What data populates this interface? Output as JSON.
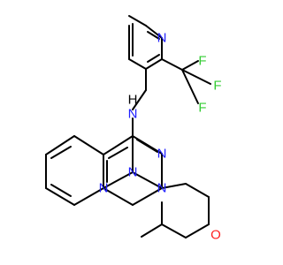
{
  "molecule": {
    "atoms": {
      "n_amine": {
        "label": "N",
        "color": "#1f1fff"
      },
      "h_amine": {
        "label": "H",
        "color": "#000000"
      },
      "n_pyridine_top": {
        "label": "N",
        "color": "#1f1fff"
      },
      "f1": {
        "label": "F",
        "color": "#33cc33"
      },
      "f2": {
        "label": "F",
        "color": "#33cc33"
      },
      "f3": {
        "label": "F",
        "color": "#33cc33"
      },
      "n_ring_right": {
        "label": "N",
        "color": "#1f1fff"
      },
      "n_ring_bottom_left": {
        "label": "N",
        "color": "#1f1fff"
      },
      "n_ring_bottom_mid": {
        "label": "N",
        "color": "#1f1fff"
      },
      "n_morpholine": {
        "label": "N",
        "color": "#1f1fff"
      },
      "o_morpholine": {
        "label": "O",
        "color": "#ff1f1f"
      }
    }
  }
}
